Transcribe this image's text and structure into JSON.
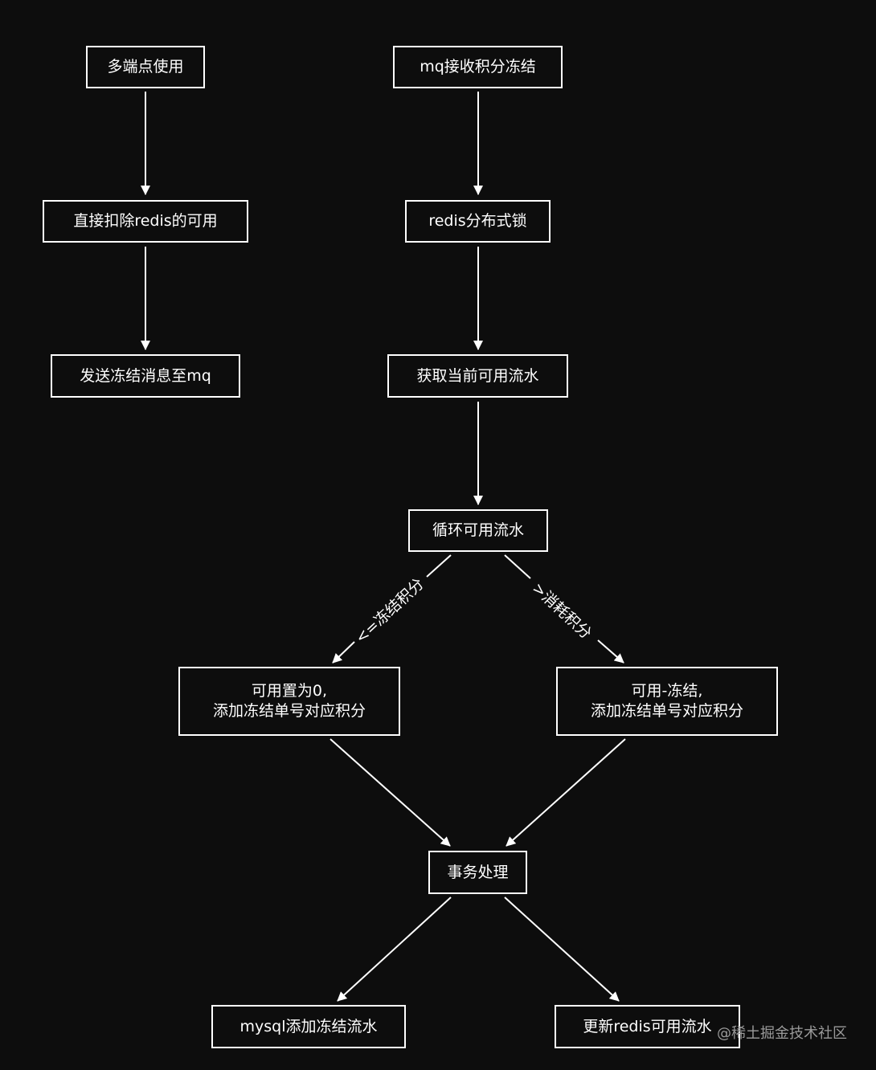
{
  "diagram": {
    "nodes": {
      "multi_endpoint": "多端点使用",
      "deduct_redis": "直接扣除redis的可用",
      "send_freeze_mq": "发送冻结消息至mq",
      "mq_receive": "mq接收积分冻结",
      "redis_lock": "redis分布式锁",
      "get_flows": "获取当前可用流水",
      "loop_flows": "循环可用流水",
      "set_zero": "可用置为0,\n添加冻结单号对应积分",
      "minus_freeze": "可用-冻结,\n添加冻结单号对应积分",
      "transaction": "事务处理",
      "mysql_add": "mysql添加冻结流水",
      "update_redis": "更新redis可用流水"
    },
    "edge_labels": {
      "lte_freeze": "<=冻结积分",
      "gt_consume": ">消耗积分"
    },
    "colors": {
      "background": "#0d0d0d",
      "stroke": "#ffffff",
      "watermark": "#9a9a9a"
    }
  },
  "watermark": "@稀土掘金技术社区"
}
